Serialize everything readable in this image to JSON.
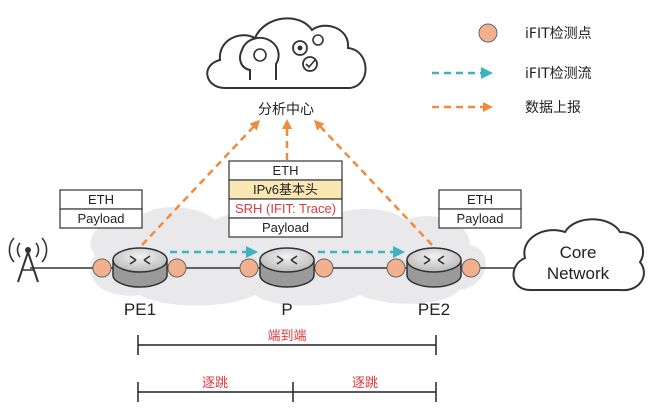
{
  "analysis_center": {
    "label": "分析中心"
  },
  "legend": {
    "items": [
      {
        "label": "iFIT检测点",
        "kind": "point",
        "color": "#f3b08f"
      },
      {
        "label": "iFIT检测流",
        "kind": "flow",
        "color": "#3fb2c2"
      },
      {
        "label": "数据上报",
        "kind": "report",
        "color": "#f08a3c"
      }
    ]
  },
  "nodes": {
    "pe1": "PE1",
    "p": "P",
    "pe2": "PE2"
  },
  "core_network": {
    "line1": "Core",
    "line2": "Network"
  },
  "headers": {
    "left": [
      "ETH",
      "Payload"
    ],
    "middle": [
      "ETH",
      "IPv6基本头",
      "SRH (IFIT: Trace)",
      "Payload"
    ],
    "right": [
      "ETH",
      "Payload"
    ]
  },
  "scope": {
    "end_to_end": "端到端",
    "hop1": "逐跳",
    "hop2": "逐跳"
  },
  "colors": {
    "detect_point": "#f3b08f",
    "flow": "#3fb2c2",
    "report": "#f08a3c",
    "highlight": "#fbe7b3",
    "red_text": "#e0383c",
    "cloud_fill": "#e9e9ec"
  }
}
